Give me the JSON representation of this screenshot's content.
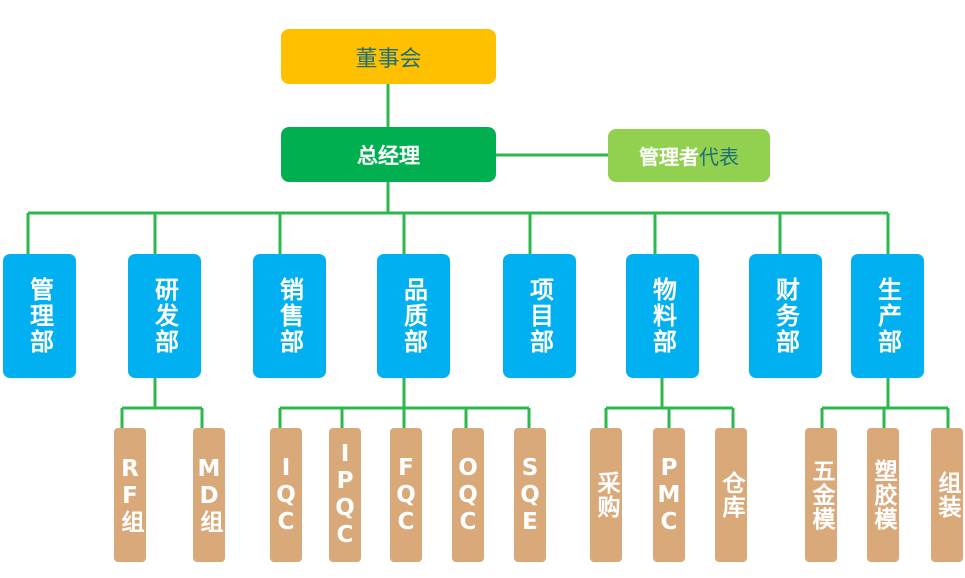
{
  "board": {
    "label": "董事会"
  },
  "general_manager": {
    "label": "总经理"
  },
  "management_rep": {
    "label_a": "管理者",
    "label_b": "代表"
  },
  "departments": [
    {
      "label": "管理部"
    },
    {
      "label": "研发部"
    },
    {
      "label": "销售部"
    },
    {
      "label": "品质部"
    },
    {
      "label": "项目部"
    },
    {
      "label": "物料部"
    },
    {
      "label": "财务部"
    },
    {
      "label": "生产部"
    }
  ],
  "subunits": [
    {
      "label": "RF组"
    },
    {
      "label": "MD组"
    },
    {
      "label": "IQC"
    },
    {
      "label": "IPQC"
    },
    {
      "label": "FQC"
    },
    {
      "label": "OQC"
    },
    {
      "label": "SQE"
    },
    {
      "label": "采购"
    },
    {
      "label": "PMC"
    },
    {
      "label": "仓库"
    },
    {
      "label": "五金模"
    },
    {
      "label": "塑胶模"
    },
    {
      "label": "组装"
    }
  ],
  "colors": {
    "board": "#ffc000",
    "general_manager": "#00b050",
    "management_rep": "#92d050",
    "department": "#00b0f0",
    "subunit": "#d9a97a",
    "connector": "#2db84d"
  }
}
